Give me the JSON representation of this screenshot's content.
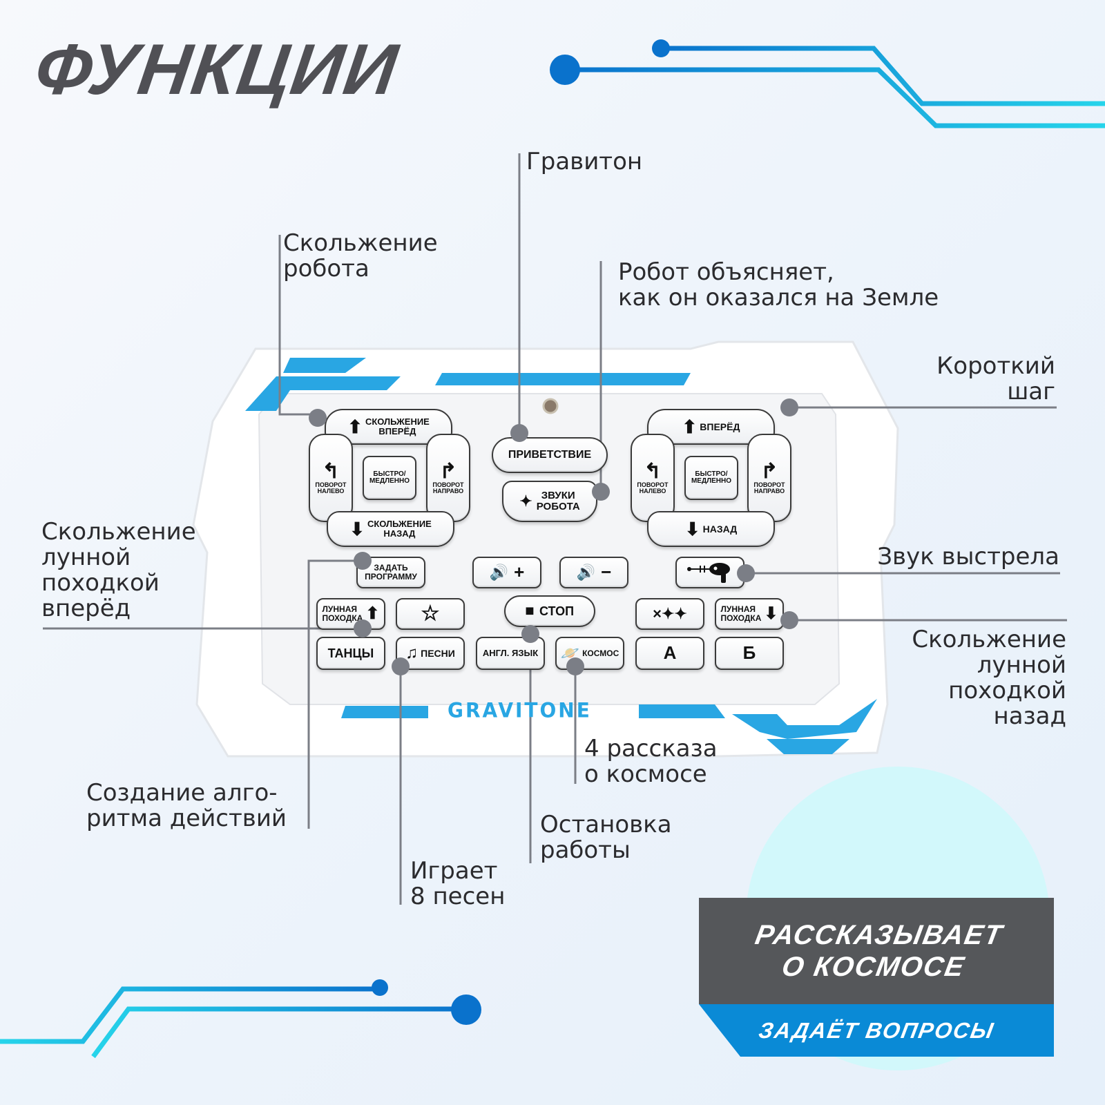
{
  "title": "ФУНКЦИИ",
  "colors": {
    "accent_blue": "#0a8ad6",
    "accent_cyan": "#29c6e6",
    "remote_blue": "#29a6e3",
    "title_gray": "#505055",
    "banner_gray": "#55575a",
    "leader_gray": "#7b7e86"
  },
  "remote": {
    "brand": "GRAVITONE",
    "buttons": {
      "slide_forward": "СКОЛЬЖЕНИЕ\nВПЕРЁД",
      "slide_back": "СКОЛЬЖЕНИЕ\nНАЗАД",
      "turn_left_l": "ПОВОРОТ\nНАЛЕВО",
      "turn_right_l": "ПОВОРОТ\nНАПРАВО",
      "speed_l": "БЫСТРО/\nМЕДЛЕННО",
      "greeting": "ПРИВЕТСТВИЕ",
      "robot_sounds": "ЗВУКИ\nРОБОТА",
      "forward": "ВПЕРЁД",
      "back": "НАЗАД",
      "turn_left_r": "ПОВОРОТ\nНАЛЕВО",
      "turn_right_r": "ПОВОРОТ\nНАПРАВО",
      "speed_r": "БЫСТРО/\nМЕДЛЕННО",
      "program": "ЗАДАТЬ\nПРОГРАММУ",
      "volume_up": "+",
      "volume_down": "−",
      "moonwalk_forward": "ЛУННАЯ\nПОХОДКА",
      "stop": "СТОП",
      "moonwalk_back": "ЛУННАЯ\nПОХОДКА",
      "dance": "ТАНЦЫ",
      "songs": "ПЕСНИ",
      "english": "АНГЛ. ЯЗЫК",
      "space": "КОСМОС",
      "a": "А",
      "b": "Б"
    },
    "icons": {
      "arrow_up": "⬆",
      "arrow_down": "⬇",
      "turn_left": "↰",
      "turn_right": "↱",
      "sparkle": "✦",
      "star": "☆",
      "music": "♫",
      "planet": "🪐",
      "stop": "⏹",
      "speaker": "🔊",
      "stars": "×✦✦",
      "blaster": "blaster-gun"
    }
  },
  "callouts": {
    "graviton": "Гравитон",
    "robot_slide": "Скольжение\nробота",
    "robot_explains": "Робот объясняет,\nкак он оказался на Земле",
    "short_step": "Короткий\nшаг",
    "moon_forward": "Скольжение\nлунной\nпоходкой\nвперёд",
    "shot_sound": "Звук выстрела",
    "moon_back": "Скольжение\nлунной\nпоходкой\nназад",
    "space_stories": "4 рассказа\nо космосе",
    "algorithm": "Создание алго-\nритма действий",
    "stop_work": "Остановка\nработы",
    "songs": "Играет\n8 песен"
  },
  "banner": {
    "main": "РАССКАЗЫВАЕТ\nО КОСМОСЕ",
    "sub": "ЗАДАЁТ ВОПРОСЫ"
  }
}
